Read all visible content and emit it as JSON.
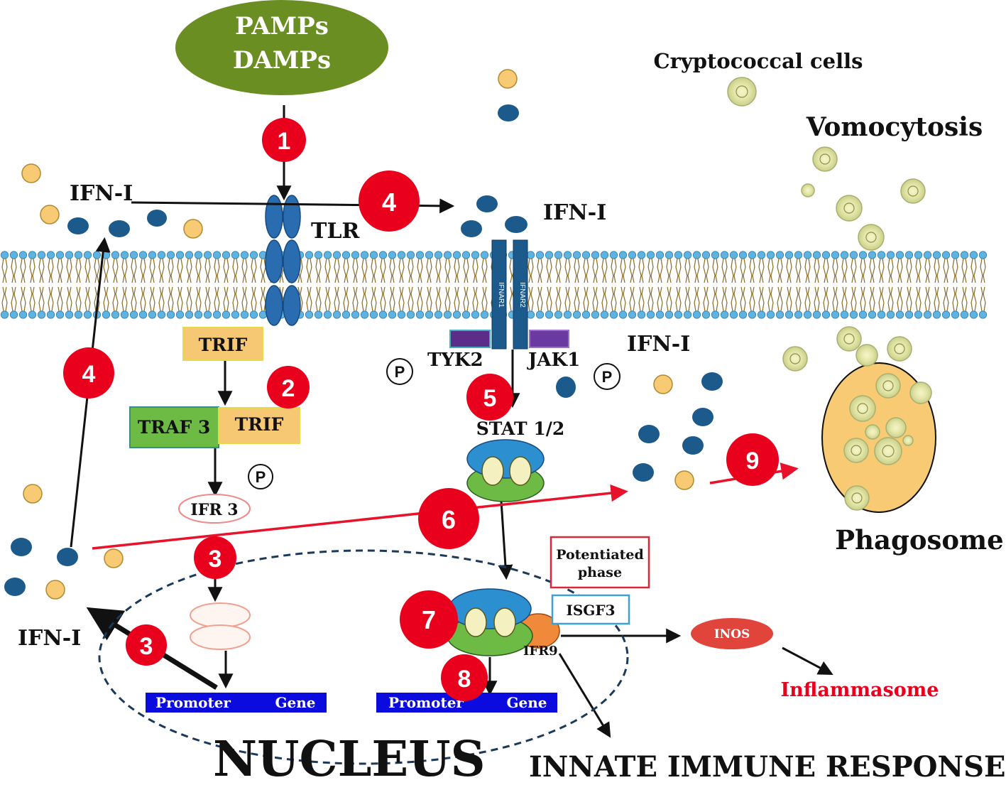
{
  "pamps": {
    "line1": "PAMPs",
    "line2": "DAMPs"
  },
  "labels": {
    "ifn_top_left": "IFN-I",
    "ifn_top_right": "IFN-I",
    "ifn_mid_right": "IFN-I",
    "ifn_bottom_left": "IFN-I",
    "tlr": "TLR",
    "cryptococcal": "Cryptococcal cells",
    "vomocytosis": "Vomocytosis",
    "phagosome": "Phagosome",
    "trif": "TRIF",
    "traf3": "TRAF 3",
    "trif2": "TRIF",
    "ifr3": "IFR 3",
    "tyk2": "TYK2",
    "jak1": "JAK1",
    "ifnar1": "IFNAR1",
    "ifnar2": "IFNAR2",
    "stat": "STAT 1/2",
    "potentiated": "Potentiated phase",
    "isgf3": "ISGF3",
    "ifr9": "IFR9",
    "inos": "INOS",
    "inflammasome": "Inflammasome",
    "nucleus": "NUCLEUS",
    "innate": "INNATE IMMUNE RESPONSE",
    "promoter": "Promoter",
    "gene": "Gene",
    "p": "P"
  },
  "steps": [
    "1",
    "2",
    "3",
    "4",
    "5",
    "6",
    "7",
    "8",
    "9"
  ],
  "colors": {
    "pamps_green": "#6b8e23",
    "step_red": "#e8001c",
    "trif_orange": "#f7c873",
    "traf_green": "#6dbb45",
    "promoter_blue": "#0b0be0",
    "red_arrow": "#e8122b",
    "ifn_blue": "#1d5a8c",
    "ifn_yellow": "#f8ca74"
  }
}
